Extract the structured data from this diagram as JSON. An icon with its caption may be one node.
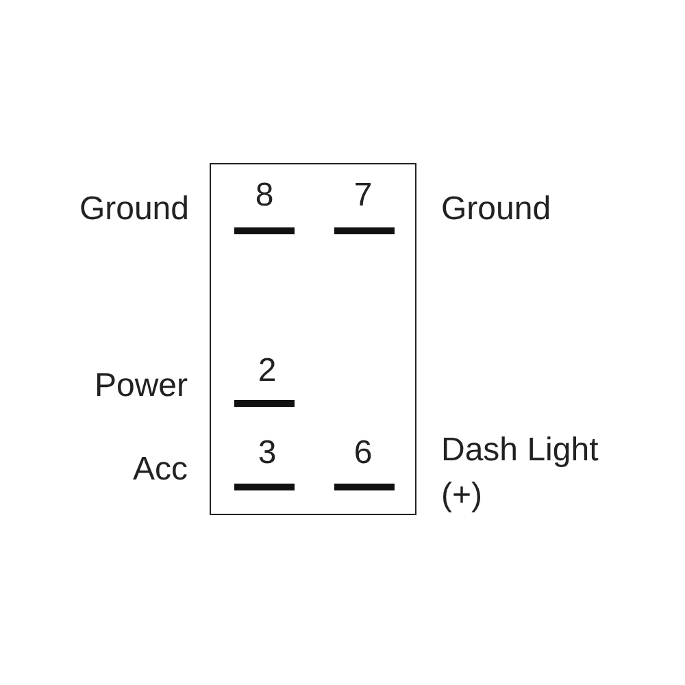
{
  "diagram": {
    "nodes": [
      {
        "text": [],
        "shape": "box"
      }
    ],
    "labels": [
      "Ground",
      "8",
      "7",
      "Ground",
      "Power",
      "2",
      "Acc",
      "3",
      "6",
      "Dash Light (+)"
    ]
  }
}
